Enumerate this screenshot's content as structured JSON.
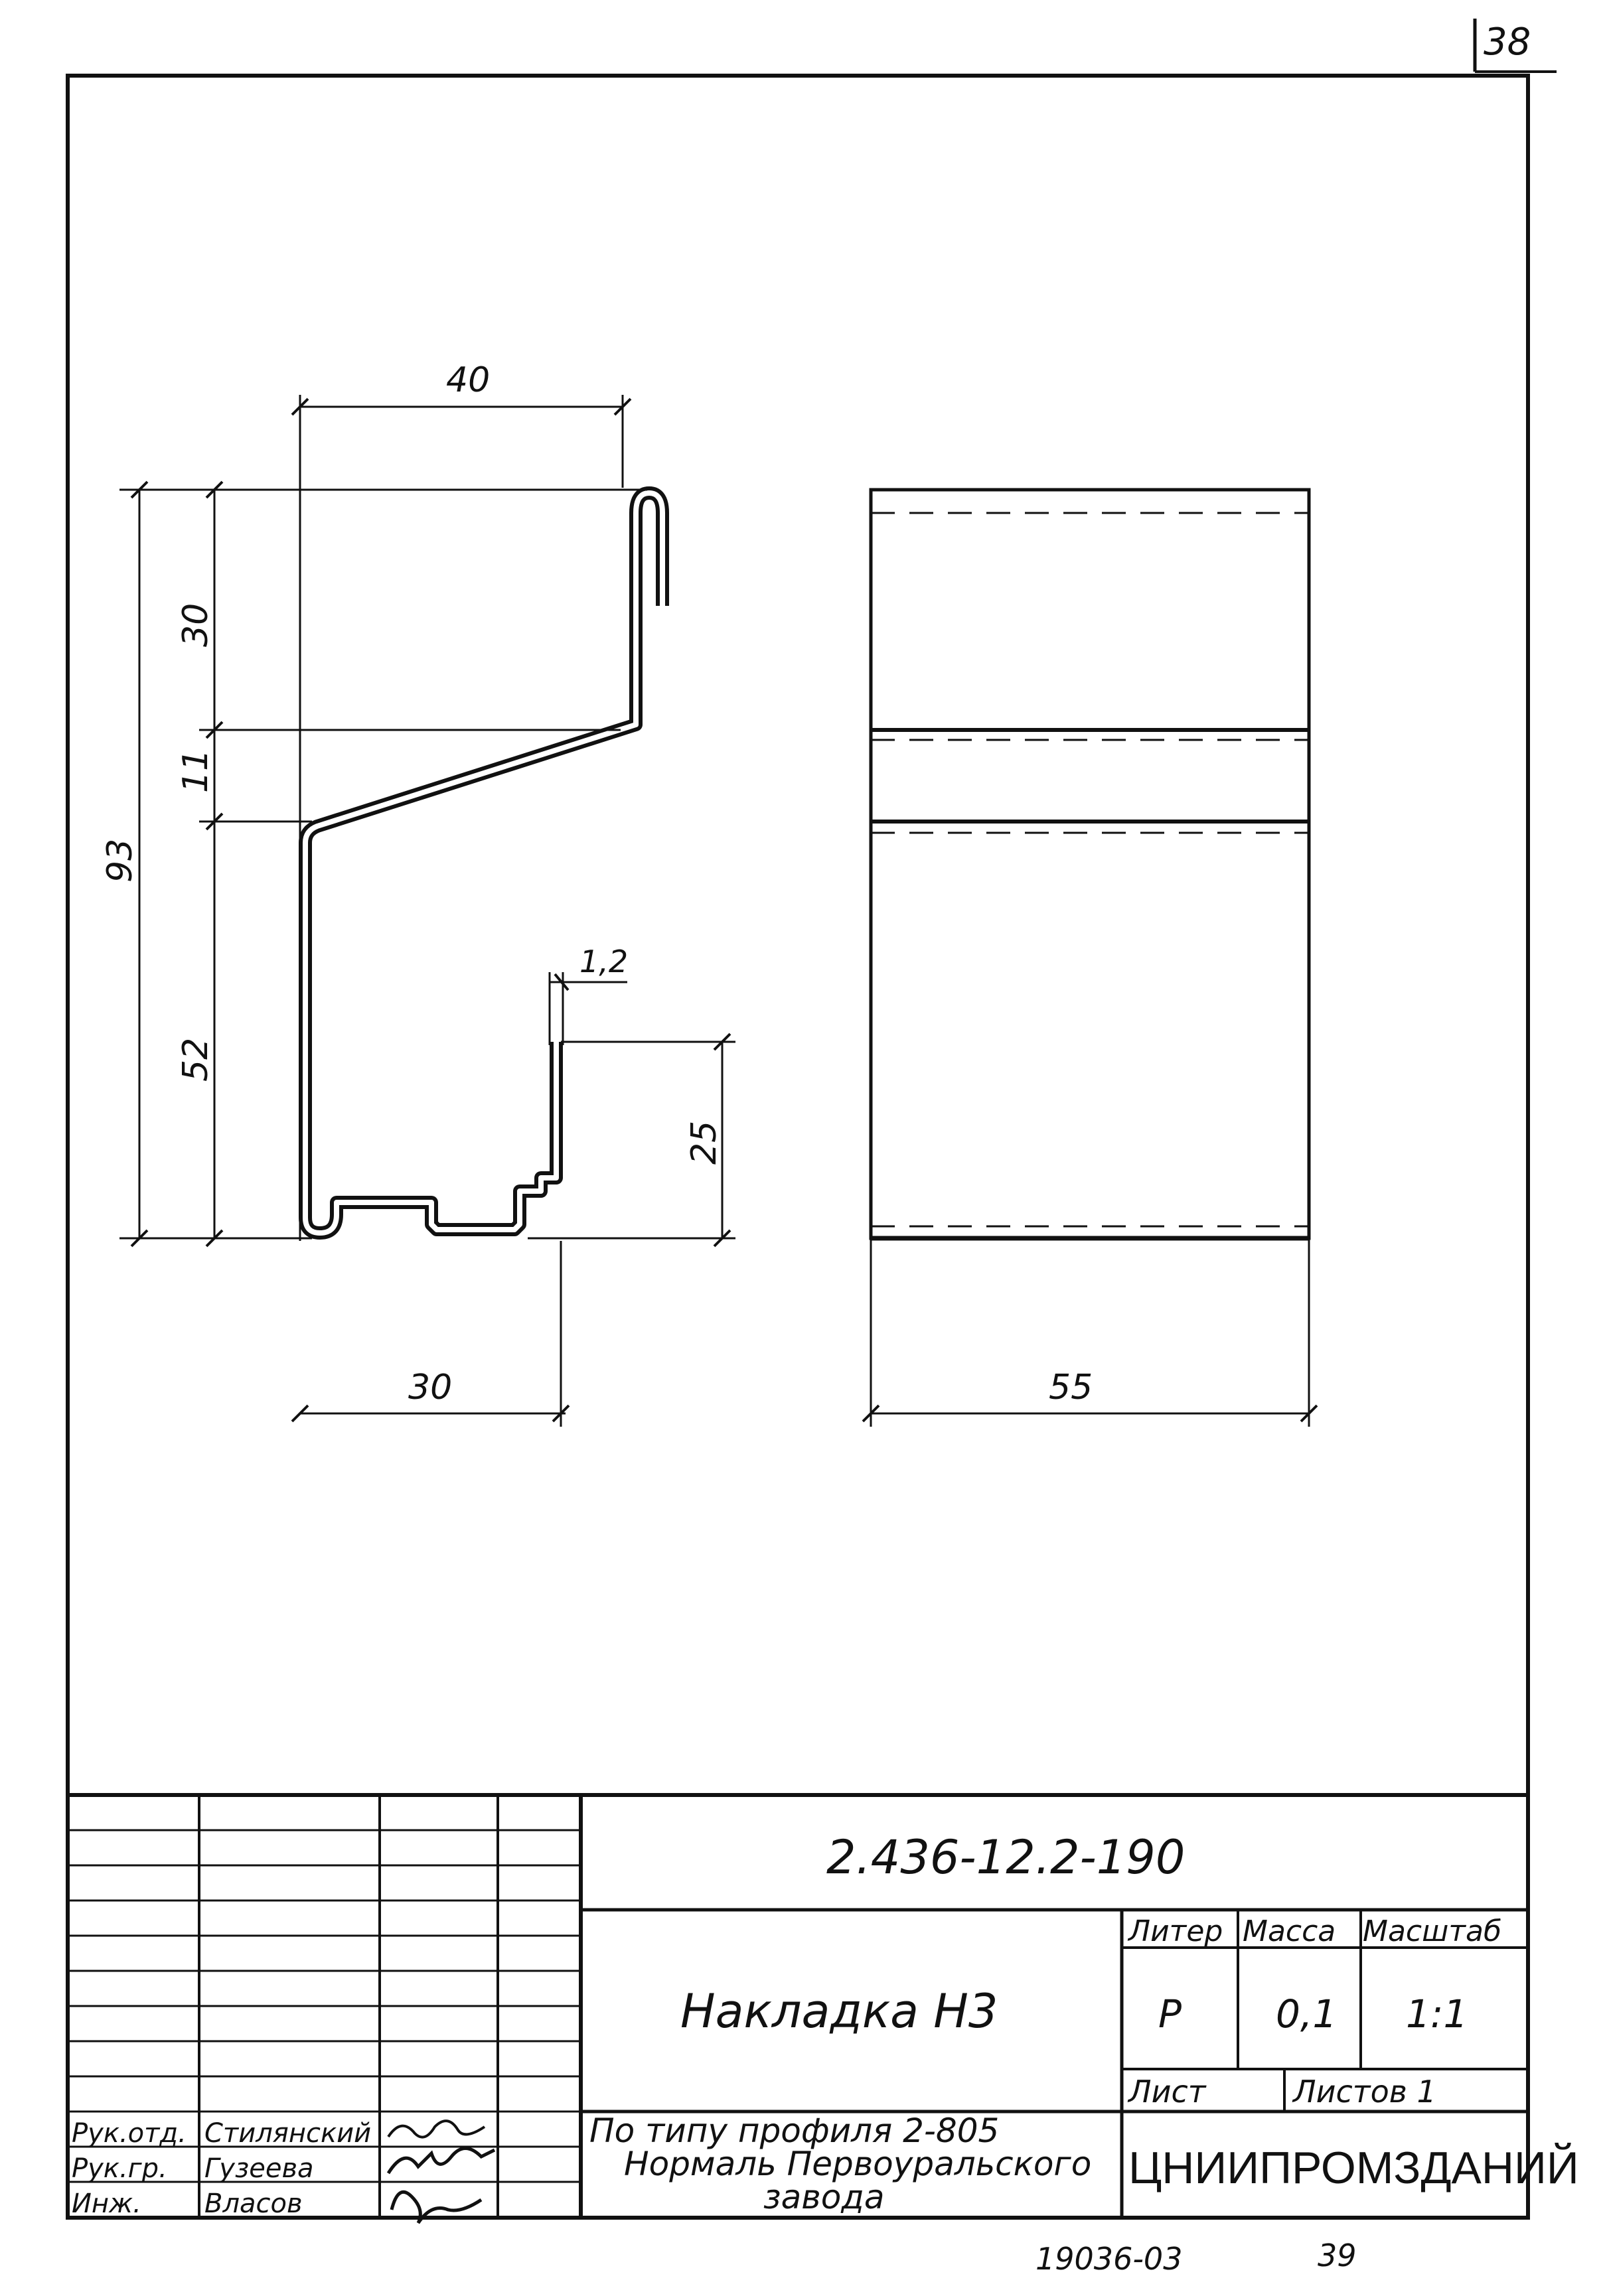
{
  "sheet": {
    "page_number": "38",
    "footer_code": "19036-03",
    "footer_page": "39"
  },
  "drawing": {
    "profile_dimensions": {
      "width_top": "40",
      "height_total": "93",
      "height_upper": "30",
      "height_middle": "11",
      "height_lower": "52",
      "thickness": "1,2",
      "height_return": "25",
      "width_bottom": "30"
    },
    "side_view": {
      "width": "55"
    }
  },
  "title_block": {
    "designation": "2.436-12.2-190",
    "part_name": "Накладка Н3",
    "columns": {
      "liter": "Литер",
      "mass": "Масса",
      "scale": "Масштаб"
    },
    "values": {
      "liter": "Р",
      "mass": "0,1",
      "scale": "1:1"
    },
    "sheet_label": "Лист",
    "sheets_label": "Листов 1",
    "note_line1": "По типу профиля 2-805",
    "note_line2": "Нормаль Первоуральского",
    "note_line3": "завода",
    "organization": "ЦНИИПРОМЗДАНИЙ",
    "signatures": [
      {
        "role": "Рук.отд.",
        "name": "Стилянский"
      },
      {
        "role": "Рук.гр.",
        "name": "Гузеева"
      },
      {
        "role": "Инж.",
        "name": "Власов"
      }
    ]
  }
}
